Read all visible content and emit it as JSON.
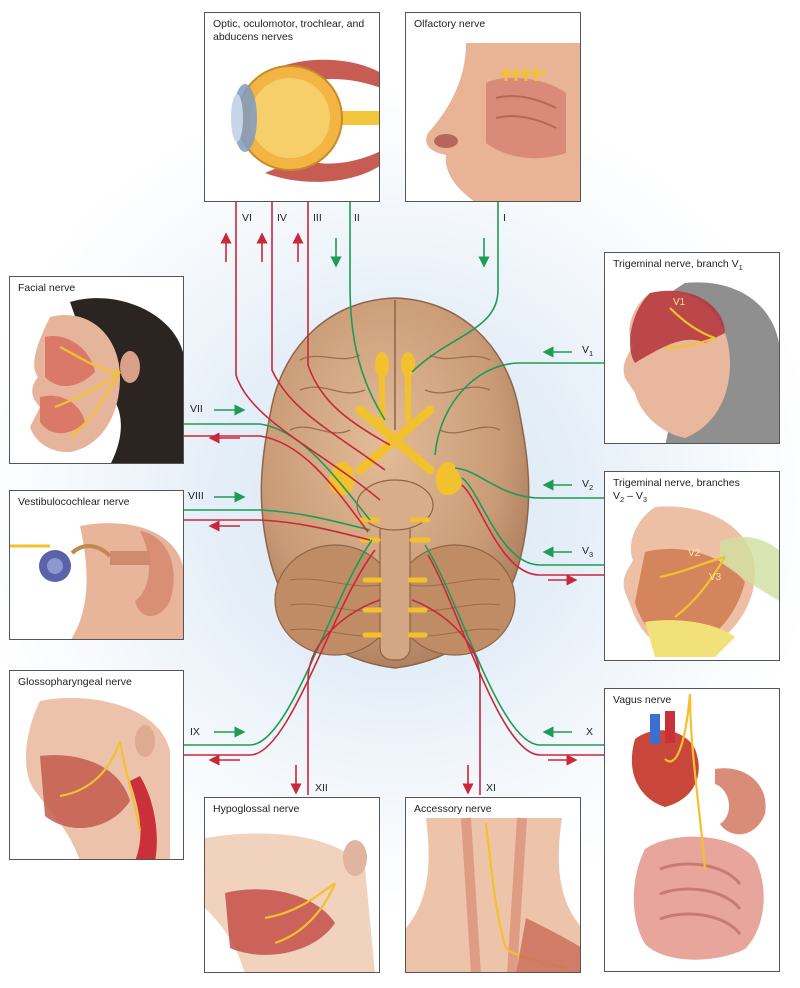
{
  "panels": {
    "eye": {
      "title": "Optic, oculomotor, trochlear, and abducens nerves"
    },
    "olfactory": {
      "title": "Olfactory nerve"
    },
    "facial": {
      "title": "Facial nerve"
    },
    "trig1": {
      "title": "Trigeminal nerve, branch V",
      "title_sub": "1"
    },
    "vestib": {
      "title": "Vestibulocochlear nerve"
    },
    "trig23": {
      "title": "Trigeminal nerve, branches",
      "title_line2": "V",
      "title_line2_sub_a": "2",
      "title_line2_mid": " – V",
      "title_line2_sub_b": "3"
    },
    "glosso": {
      "title": "Glossopharyngeal nerve"
    },
    "vagus": {
      "title": "Vagus nerve"
    },
    "hypo": {
      "title": "Hypoglossal nerve"
    },
    "access": {
      "title": "Accessory nerve"
    }
  },
  "nerve_labels": {
    "I": "I",
    "II": "II",
    "III": "III",
    "IV": "IV",
    "VI": "VI",
    "V1": "V",
    "V1_sub": "1",
    "V2": "V",
    "V2_sub": "2",
    "V3": "V",
    "V3_sub": "3",
    "VII": "VII",
    "VIII": "VIII",
    "IX": "IX",
    "X": "X",
    "XI": "XI",
    "XII": "XII"
  },
  "art_labels": {
    "v1": "V1",
    "v2": "V2",
    "v3": "V3"
  },
  "colors": {
    "sensory": "#1e9b55",
    "motor": "#c8283a",
    "nerve": "#f2c12e",
    "brain": "#c99a76"
  }
}
